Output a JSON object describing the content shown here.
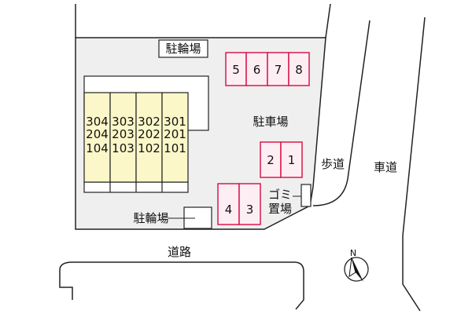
{
  "labels": {
    "bicycle_parking_top": "駐輪場",
    "car_parking": "駐車場",
    "bicycle_parking_bottom": "駐輪場",
    "garbage_line1": "ゴミ",
    "garbage_line2": "置場",
    "sidewalk": "歩道",
    "carriageway": "車道",
    "road": "道路",
    "north": "N"
  },
  "building": {
    "columns": [
      [
        "304",
        "204",
        "104"
      ],
      [
        "303",
        "203",
        "103"
      ],
      [
        "302",
        "202",
        "102"
      ],
      [
        "301",
        "201",
        "101"
      ]
    ]
  },
  "parking": {
    "top_row": [
      "5",
      "6",
      "7",
      "8"
    ],
    "middle_row": [
      "2",
      "1"
    ],
    "bottom_row": [
      "4",
      "3"
    ]
  },
  "colors": {
    "lot": "#efefef",
    "building": "#fbf7c8",
    "parking_fill": "#fdeef3",
    "parking_border": "#d8194f",
    "lines": "#222222"
  },
  "icons": {
    "compass": "north-arrow-icon"
  }
}
